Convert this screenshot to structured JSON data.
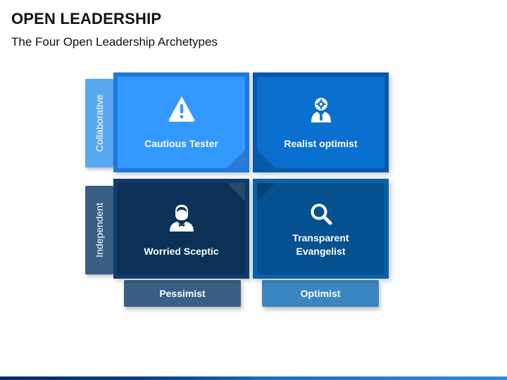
{
  "header": {
    "title": "OPEN LEADERSHIP",
    "subtitle": "The Four Open Leadership Archetypes"
  },
  "axes": {
    "rows": [
      {
        "label": "Collaborative",
        "color": "#5aa8f0"
      },
      {
        "label": "Independent",
        "color": "#3a5f85"
      }
    ],
    "columns": [
      {
        "label": "Pessimist",
        "color": "#3a5f85"
      },
      {
        "label": "Optimist",
        "color": "#3b86c2"
      }
    ]
  },
  "quadrants": [
    {
      "label": "Cautious Tester",
      "icon": "warning-icon",
      "color": "#3399ff",
      "frame": "#1f78df"
    },
    {
      "label": "Realist optimist",
      "icon": "businessman-idea-icon",
      "color": "#0a6fcf",
      "frame": "#0858a8"
    },
    {
      "label": "Worried Sceptic",
      "icon": "businessman-icon",
      "color": "#0b3156",
      "frame": "#0d3d6e"
    },
    {
      "label": "Transparent Evangelist",
      "icon": "magnifier-icon",
      "color": "#05508f",
      "frame": "#0a60aa"
    }
  ]
}
